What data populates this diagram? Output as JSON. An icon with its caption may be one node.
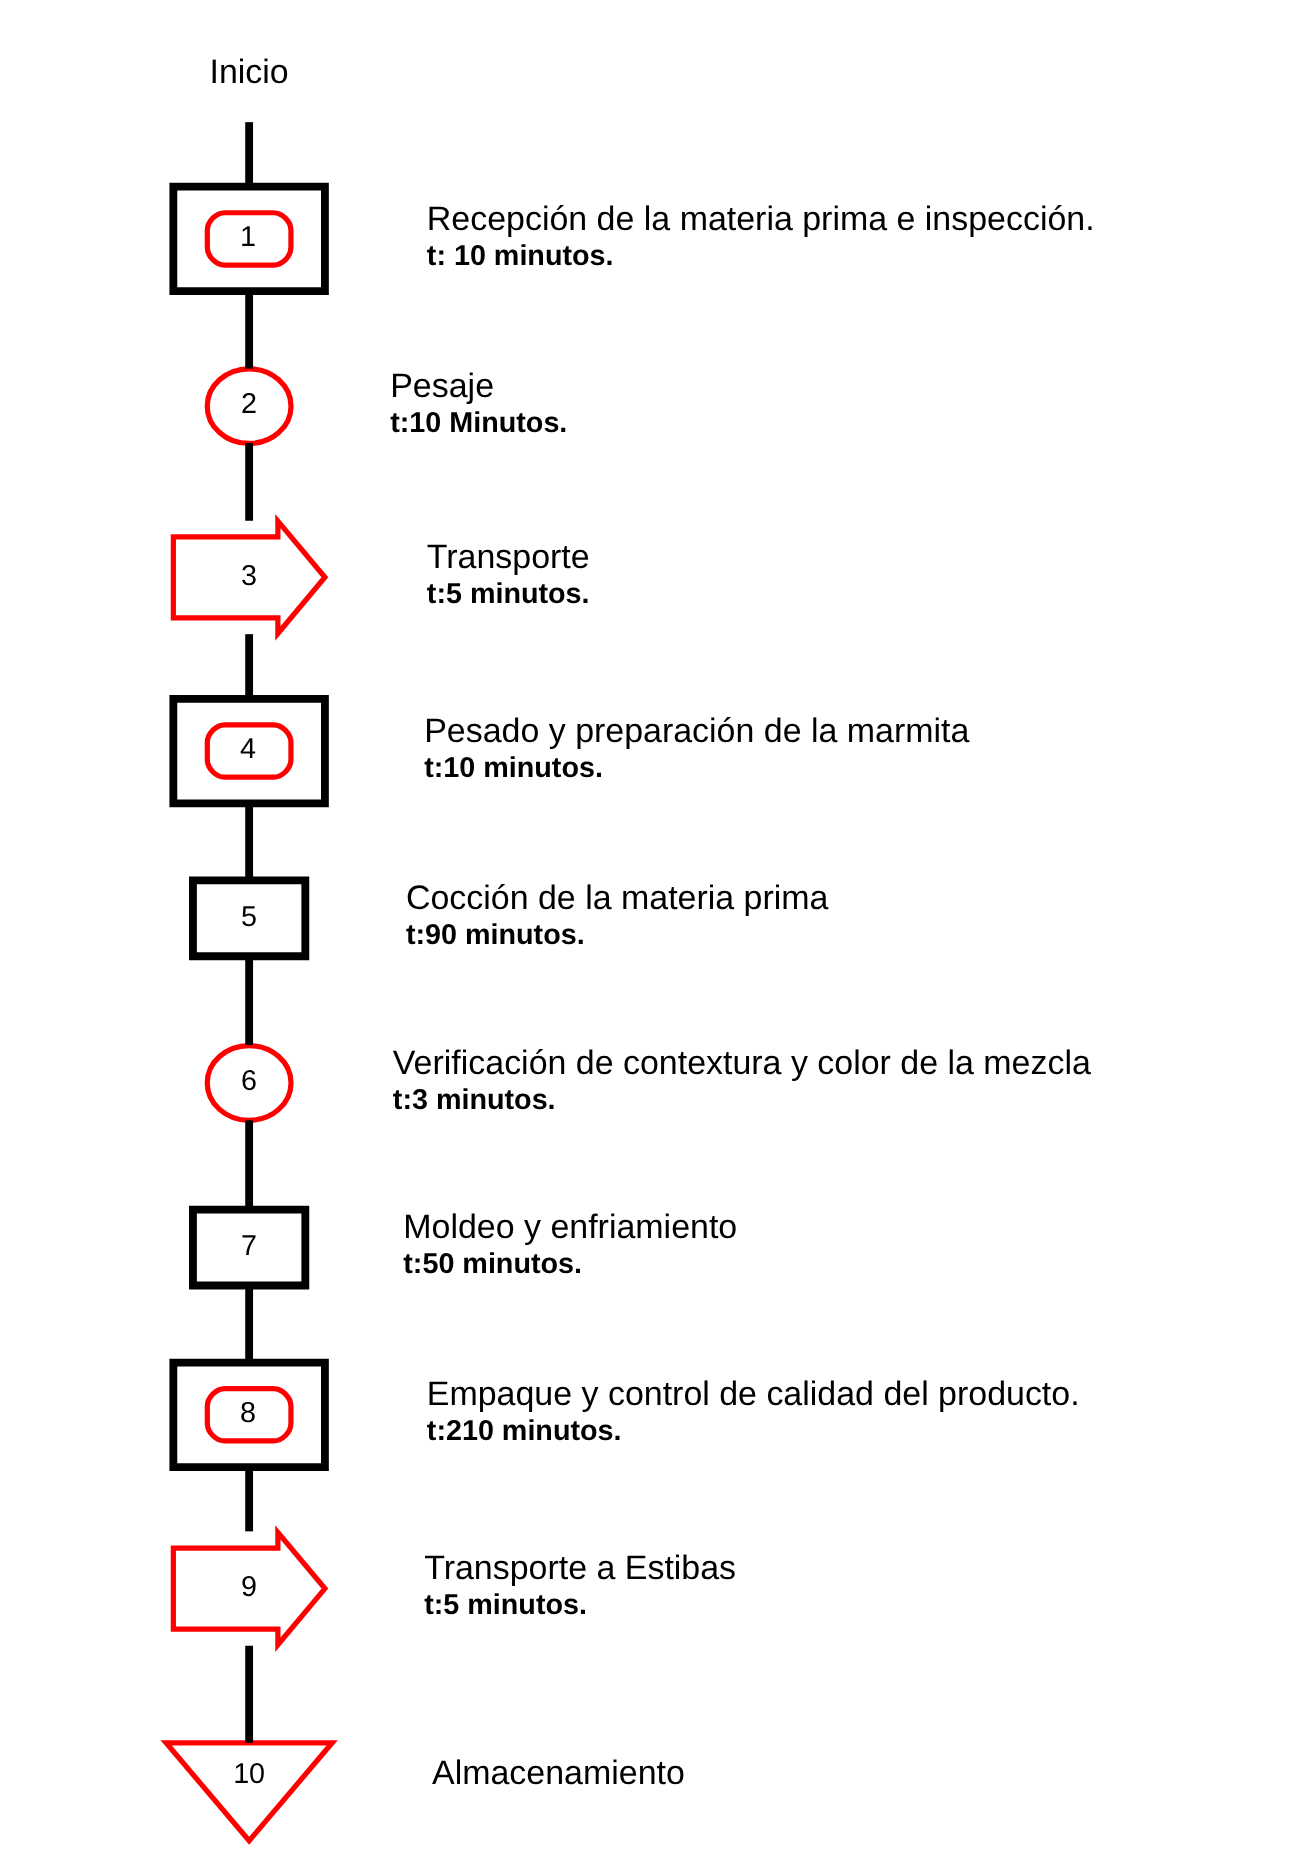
{
  "diagram": {
    "nodes": [
      {
        "text": [
          "Inicio"
        ]
      },
      {
        "text": [
          "1"
        ],
        "beside": [
          "Recepción de la materia prima e inspección.",
          "t: 10 minutos."
        ]
      },
      {
        "text": [
          "2"
        ],
        "beside": [
          "Pesaje",
          "t:10 Minutos."
        ]
      },
      {
        "text": [
          "3"
        ],
        "beside": [
          "Transporte",
          "t:5 minutos."
        ]
      },
      {
        "text": [
          "4"
        ],
        "beside": [
          "Pesado y preparación de la marmita",
          "t:10 minutos."
        ]
      },
      {
        "text": [
          "5"
        ],
        "beside": [
          "Cocción de la materia prima",
          "t:90 minutos."
        ]
      },
      {
        "text": [
          "6"
        ],
        "beside": [
          "Verificación de contextura y color de la mezcla",
          "t:3 minutos."
        ]
      },
      {
        "text": [
          "7"
        ],
        "beside": [
          "Moldeo y enfriamiento",
          "t:50 minutos."
        ]
      },
      {
        "text": [
          "8"
        ],
        "beside": [
          "Empaque y control de calidad del producto.",
          "t:210 minutos."
        ]
      },
      {
        "text": [
          "9"
        ],
        "beside": [
          "Transporte a Estibas",
          "t:5 minutos."
        ]
      },
      {
        "text": [
          "10"
        ],
        "beside": [
          "Almacenamiento"
        ]
      }
    ],
    "edges": [
      {
        "from": 0,
        "to": 1,
        "arrow": "none"
      },
      {
        "from": 1,
        "to": 2,
        "arrow": "none"
      },
      {
        "from": 2,
        "to": 3,
        "arrow": "none"
      },
      {
        "from": 3,
        "to": 4,
        "arrow": "none"
      },
      {
        "from": 4,
        "to": 5,
        "arrow": "none"
      },
      {
        "from": 5,
        "to": 6,
        "arrow": "none"
      },
      {
        "from": 6,
        "to": 7,
        "arrow": "none"
      },
      {
        "from": 7,
        "to": 8,
        "arrow": "none"
      },
      {
        "from": 8,
        "to": 9,
        "arrow": "none"
      },
      {
        "from": 9,
        "to": 10,
        "arrow": "none"
      }
    ]
  }
}
